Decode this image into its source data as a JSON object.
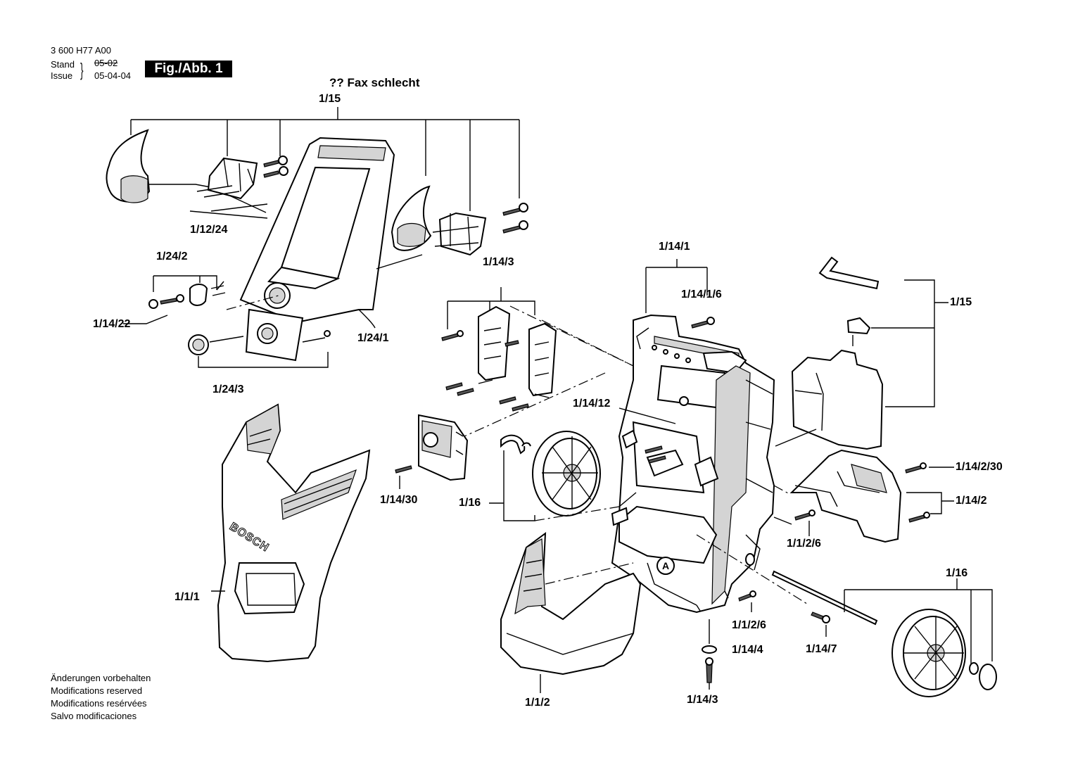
{
  "header": {
    "doc_number": "3 600 H77 A00",
    "stand_label": "Stand",
    "issue_label": "Issue",
    "stand_date": "05-02",
    "issue_date": "05-04-04",
    "figure_label": "Fig./Abb. 1",
    "fax_note": "?? Fax schlecht"
  },
  "labels": {
    "l_1_15_top": "1/15",
    "l_1_12_24": "1/12/24",
    "l_1_24_2": "1/24/2",
    "l_1_14_22": "1/14/22",
    "l_1_24_1": "1/24/1",
    "l_1_24_3": "1/24/3",
    "l_1_14_3": "1/14/3",
    "l_1_14_1": "1/14/1",
    "l_1_14_1_6": "1/14/1/6",
    "l_1_15_right": "1/15",
    "l_1_14_12": "1/14/12",
    "l_1_14_30": "1/14/30",
    "l_1_16_left": "1/16",
    "l_1_14_2_30": "1/14/2/30",
    "l_1_14_2": "1/14/2",
    "l_1_1_2_6_upper": "1/1/2/6",
    "l_1_1_1": "1/1/1",
    "l_1_16_right": "1/16",
    "l_1_1_2_6_lower": "1/1/2/6",
    "l_1_14_7": "1/14/7",
    "l_1_14_4": "1/14/4",
    "l_1_1_2": "1/1/2",
    "l_1_14_3_bottom": "1/14/3"
  },
  "callout_a": "A",
  "brand_mark": "BOSCH",
  "footer": {
    "line1": "Änderungen vorbehalten",
    "line2": "Modifications reserved",
    "line3": "Modifications resérvées",
    "line4": "Salvo modificaciones"
  }
}
